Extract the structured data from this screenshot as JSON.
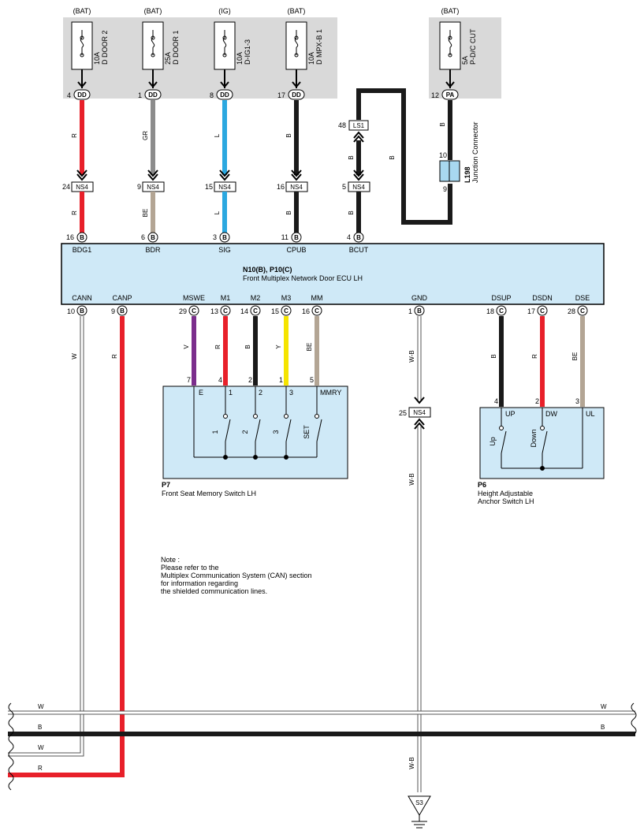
{
  "fuses": [
    {
      "source": "(BAT)",
      "rating": "10A",
      "name": "D DOOR 2",
      "pin": "4",
      "connector": "DD"
    },
    {
      "source": "(BAT)",
      "rating": "25A",
      "name": "D DOOR 1",
      "pin": "1",
      "connector": "DD"
    },
    {
      "source": "(IG)",
      "rating": "10A",
      "name": "D-IG1-3",
      "pin": "8",
      "connector": "DD"
    },
    {
      "source": "(BAT)",
      "rating": "10A",
      "name": "D MPX-B 1",
      "pin": "17",
      "connector": "DD"
    },
    {
      "source": "(BAT)",
      "rating": "5A",
      "name": "P-D/C CUT",
      "pin": "12",
      "connector": "PA"
    }
  ],
  "upper_wires": [
    {
      "color_code": "R",
      "color": "#e8202a",
      "ns4_pin": "24",
      "lower_code": "R",
      "lower_color": "#e8202a"
    },
    {
      "color_code": "GR",
      "color": "#8c8c8c",
      "ns4_pin": "9",
      "lower_code": "BE",
      "lower_color": "#b3a594"
    },
    {
      "color_code": "L",
      "color": "#2ba8e0",
      "ns4_pin": "15",
      "lower_code": "L",
      "lower_color": "#2ba8e0"
    },
    {
      "color_code": "B",
      "color": "#1a1a1a",
      "ns4_pin": "16",
      "lower_code": "B",
      "lower_color": "#1a1a1a"
    }
  ],
  "splice_ns4": "NS4",
  "ls1": {
    "pin": "48",
    "name": "LS1",
    "code": "B",
    "ns4_pin": "5"
  },
  "loop_wire_code": "B",
  "junction": {
    "id": "L198",
    "label": "Junction Connector",
    "pin_in": "10",
    "pin_out": "9",
    "wire_code": "B"
  },
  "ecu": {
    "title": "N10(B), P10(C)",
    "subtitle": "Front Multiplex Network Door ECU LH",
    "top_terminals": [
      {
        "pin": "16",
        "conn": "B",
        "name": "BDG1"
      },
      {
        "pin": "6",
        "conn": "B",
        "name": "BDR"
      },
      {
        "pin": "3",
        "conn": "B",
        "name": "SIG"
      },
      {
        "pin": "11",
        "conn": "B",
        "name": "CPUB"
      },
      {
        "pin": "4",
        "conn": "B",
        "name": "BCUT"
      }
    ],
    "bottom_terminals": [
      {
        "pin": "10",
        "conn": "B",
        "name": "CANN"
      },
      {
        "pin": "9",
        "conn": "B",
        "name": "CANP"
      },
      {
        "pin": "29",
        "conn": "C",
        "name": "MSWE"
      },
      {
        "pin": "13",
        "conn": "C",
        "name": "M1"
      },
      {
        "pin": "14",
        "conn": "C",
        "name": "M2"
      },
      {
        "pin": "15",
        "conn": "C",
        "name": "M3"
      },
      {
        "pin": "16",
        "conn": "C",
        "name": "MM"
      },
      {
        "pin": "1",
        "conn": "B",
        "name": "GND"
      },
      {
        "pin": "18",
        "conn": "C",
        "name": "DSUP"
      },
      {
        "pin": "17",
        "conn": "C",
        "name": "DSDN"
      },
      {
        "pin": "28",
        "conn": "C",
        "name": "DSE"
      }
    ]
  },
  "lower_wires": {
    "cann": "W",
    "canp": "R",
    "mswe": "V",
    "m1": "R",
    "m2": "B",
    "m3": "Y",
    "mm": "BE",
    "gnd": "W-B",
    "gnd2": "W-B",
    "gnd3": "W-B",
    "dsup": "B",
    "dsdn": "R",
    "dse": "BE"
  },
  "gnd_ns4_pin": "25",
  "p7": {
    "id": "P7",
    "name": "Front Seat Memory Switch LH",
    "pins": [
      "7",
      "4",
      "2",
      "1",
      "5"
    ],
    "terms": [
      "E",
      "1",
      "2",
      "3",
      "MMRY"
    ],
    "switches": [
      "1",
      "2",
      "3",
      "SET"
    ]
  },
  "p6": {
    "id": "P6",
    "name_line1": "Height Adjustable",
    "name_line2": "Anchor Switch LH",
    "pins": [
      "4",
      "2",
      "3"
    ],
    "terms": [
      "UP",
      "DW",
      "UL"
    ],
    "switches": [
      "Up",
      "Down"
    ]
  },
  "note": {
    "line1": "Note :",
    "line2": "Please refer to the",
    "line3": "Multiplex Communication System (CAN) section",
    "line4": "for information regarding",
    "line5": "the shielded communication lines."
  },
  "bus": {
    "w1": "W",
    "b": "B",
    "w2": "W",
    "r": "R",
    "w1_right": "W",
    "b_right": "B"
  },
  "ground_label": "S3",
  "colors": {
    "red": "#e8202a",
    "black": "#1a1a1a",
    "blue": "#2ba8e0",
    "gray": "#8c8c8c",
    "beige": "#b3a594",
    "purple": "#7b2e8c",
    "yellow": "#f5e400",
    "panel": "#d9d9d9",
    "ecu": "#cfe9f7"
  }
}
